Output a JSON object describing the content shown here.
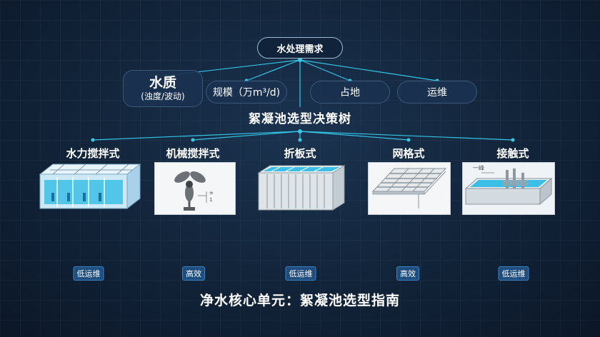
{
  "root": {
    "label": "水处理需求"
  },
  "needs": [
    {
      "id": "water",
      "label": "水质",
      "sub": "(浊度/波动)"
    },
    {
      "id": "scale",
      "label": "规模（万m³/d)"
    },
    {
      "id": "land",
      "label": "占地"
    },
    {
      "id": "om",
      "label": "运维"
    }
  ],
  "tree_title": "絮凝池选型决策树",
  "types": [
    {
      "id": "hydraulic",
      "label": "水力搅拌式",
      "badge": "低运维"
    },
    {
      "id": "mechanical",
      "label": "机械搅拌式",
      "badge": "高效",
      "inset_marks": [
        "±",
        "1"
      ]
    },
    {
      "id": "baffle",
      "label": "折板式",
      "badge": "低运维"
    },
    {
      "id": "grid",
      "label": "网格式",
      "badge": "高效"
    },
    {
      "id": "contact",
      "label": "接触式",
      "badge": "低运维",
      "inset_marks": [
        "一峰"
      ]
    }
  ],
  "footer_title": "净水核心单元：絮凝池选型指南",
  "colors": {
    "accent": "#38c8e8",
    "badge_bg": "#1e4d7e",
    "badge_border": "#3a82c4",
    "water": "#3cbfe6"
  }
}
